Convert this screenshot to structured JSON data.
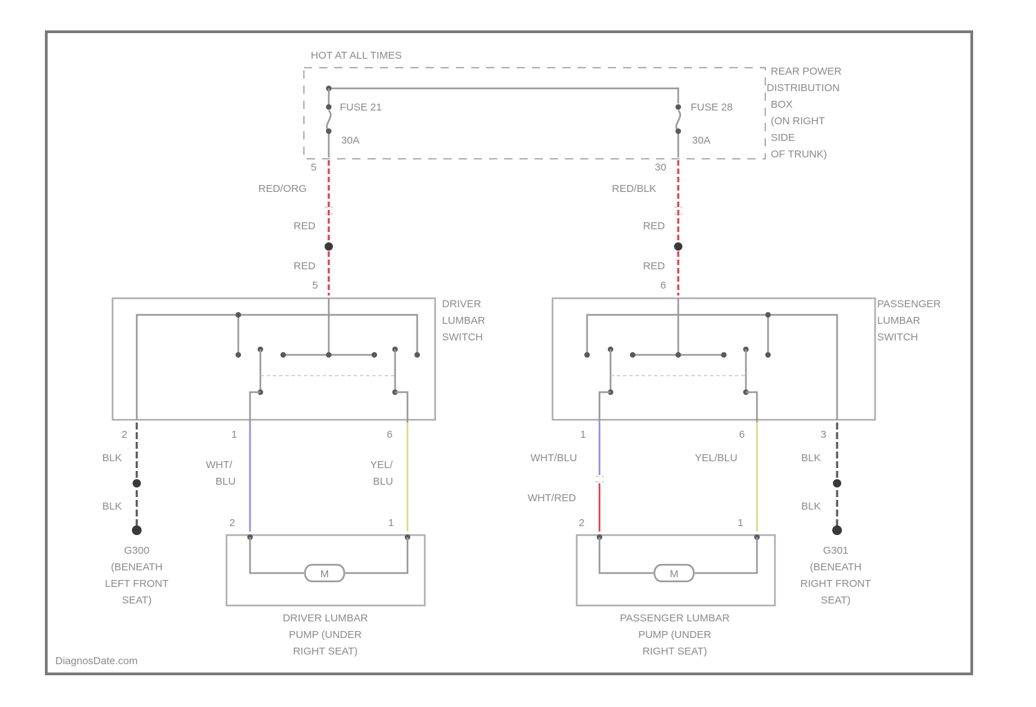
{
  "hot_label": "HOT AT ALL TIMES",
  "rear_box": [
    "REAR POWER",
    "DISTRIBUTION",
    "BOX",
    "(ON RIGHT",
    "SIDE",
    "OF TRUNK)"
  ],
  "fuse_left": {
    "name": "FUSE 21",
    "rating": "30A",
    "pin": "5"
  },
  "fuse_right": {
    "name": "FUSE 28",
    "rating": "30A",
    "pin": "30"
  },
  "left_wires": {
    "top": "RED/ORG",
    "mid": "RED",
    "low": "RED",
    "switch_pin": "5"
  },
  "right_wires": {
    "top": "RED/BLK",
    "mid": "RED",
    "low": "RED",
    "switch_pin": "6"
  },
  "driver_switch": [
    "DRIVER",
    "LUMBAR",
    "SWITCH"
  ],
  "passenger_switch": [
    "PASSENGER",
    "LUMBAR",
    "SWITCH"
  ],
  "driver_bottom": {
    "pin_gnd": "2",
    "pin_a": "1",
    "pin_b": "6",
    "gnd_wire_1": "BLK",
    "gnd_wire_2": "BLK",
    "wire_a": [
      "WHT/",
      "BLU"
    ],
    "wire_b": [
      "YEL/",
      "BLU"
    ],
    "motor_pin_a": "2",
    "motor_pin_b": "1"
  },
  "passenger_bottom": {
    "pin_a": "1",
    "pin_b": "6",
    "pin_gnd": "3",
    "wire_a_1": "WHT/BLU",
    "wire_a_2": "WHT/RED",
    "wire_b": "YEL/BLU",
    "gnd_wire_1": "BLK",
    "gnd_wire_2": "BLK",
    "motor_pin_a": "2",
    "motor_pin_b": "1"
  },
  "ground_left": [
    "G300",
    "(BENEATH",
    "LEFT FRONT",
    "SEAT)"
  ],
  "ground_right": [
    "G301",
    "(BENEATH",
    "RIGHT FRONT",
    "SEAT)"
  ],
  "motor_symbol": "M",
  "driver_pump": [
    "DRIVER LUMBAR",
    "PUMP (UNDER",
    "RIGHT SEAT)"
  ],
  "passenger_pump": [
    "PASSENGER LUMBAR",
    "PUMP (UNDER",
    "RIGHT SEAT)"
  ],
  "watermark": "DiagnosDate.com",
  "colors": {
    "red": "#e0404a",
    "white_blue": "#8f8fe6",
    "yellow": "#d9d98a",
    "black": "#555555"
  }
}
